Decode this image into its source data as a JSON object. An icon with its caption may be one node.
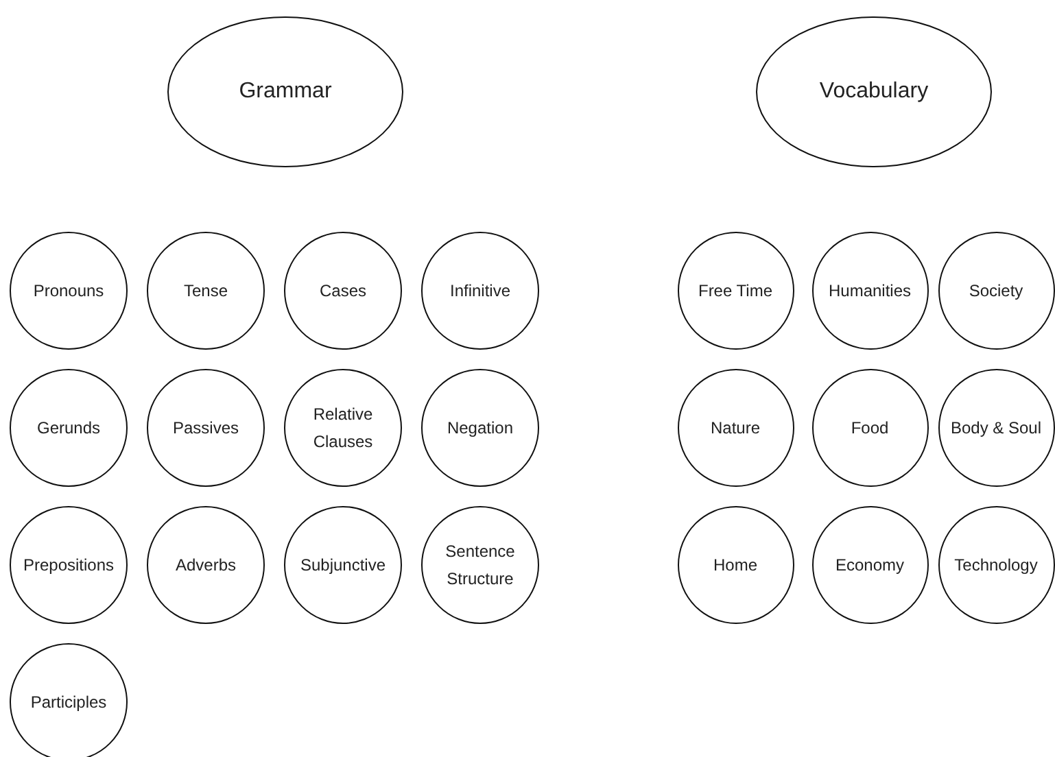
{
  "diagram": {
    "nodes": [
      {
        "text": [
          "Grammar"
        ]
      },
      {
        "text": [
          "Pronouns"
        ]
      },
      {
        "text": [
          "Tense"
        ]
      },
      {
        "text": [
          "Cases"
        ]
      },
      {
        "text": [
          "Infinitive"
        ]
      },
      {
        "text": [
          "Gerunds"
        ]
      },
      {
        "text": [
          "Passives"
        ]
      },
      {
        "text": [
          "Relative Clauses"
        ]
      },
      {
        "text": [
          "Negation"
        ]
      },
      {
        "text": [
          "Prepositions"
        ]
      },
      {
        "text": [
          "Adverbs"
        ]
      },
      {
        "text": [
          "Subjunctive"
        ]
      },
      {
        "text": [
          "Sentence Structure"
        ]
      },
      {
        "text": [
          "Participles"
        ]
      },
      {
        "text": [
          "Vocabulary"
        ]
      },
      {
        "text": [
          "Free Time"
        ]
      },
      {
        "text": [
          "Humanities"
        ]
      },
      {
        "text": [
          "Society"
        ]
      },
      {
        "text": [
          "Nature"
        ]
      },
      {
        "text": [
          "Food"
        ]
      },
      {
        "text": [
          "Body & Soul"
        ]
      },
      {
        "text": [
          "Home"
        ]
      },
      {
        "text": [
          "Economy"
        ]
      },
      {
        "text": [
          "Technology"
        ]
      }
    ]
  }
}
